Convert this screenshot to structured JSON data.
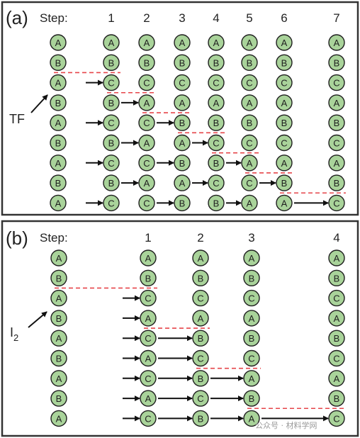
{
  "colors": {
    "atom_fill": "#a9d39a",
    "atom_stroke": "#1f1f1f",
    "fault_line": "#e6454a",
    "arrow": "#111111",
    "frame": "#333333"
  },
  "panels": [
    {
      "label": "(a)",
      "step_word": "Step:",
      "steps": [
        "1",
        "2",
        "3",
        "4",
        "5",
        "6",
        "7"
      ],
      "defect_label": "TF",
      "columns": [
        [
          "A",
          "B",
          "A",
          "B",
          "A",
          "B",
          "A",
          "B",
          "A"
        ],
        [
          "A",
          "B",
          "C",
          "B",
          "C",
          "B",
          "C",
          "B",
          "C"
        ],
        [
          "A",
          "B",
          "C",
          "A",
          "C",
          "A",
          "C",
          "A",
          "C"
        ],
        [
          "A",
          "B",
          "C",
          "A",
          "B",
          "A",
          "B",
          "A",
          "B"
        ],
        [
          "A",
          "B",
          "C",
          "A",
          "B",
          "C",
          "B",
          "C",
          "B"
        ],
        [
          "A",
          "B",
          "C",
          "A",
          "B",
          "C",
          "A",
          "C",
          "A"
        ],
        [
          "A",
          "B",
          "C",
          "A",
          "B",
          "C",
          "A",
          "B",
          "A"
        ],
        [
          "A",
          "B",
          "C",
          "A",
          "B",
          "C",
          "A",
          "B",
          "C"
        ]
      ]
    },
    {
      "label": "(b)",
      "step_word": "Step:",
      "steps": [
        "1",
        "2",
        "3",
        "4"
      ],
      "defect_label": "I",
      "defect_subscript": "2",
      "columns": [
        [
          "A",
          "B",
          "A",
          "B",
          "A",
          "B",
          "A",
          "B",
          "A"
        ],
        [
          "A",
          "B",
          "C",
          "A",
          "C",
          "A",
          "C",
          "A",
          "C"
        ],
        [
          "A",
          "B",
          "C",
          "A",
          "B",
          "C",
          "B",
          "C",
          "B"
        ],
        [
          "A",
          "B",
          "C",
          "A",
          "B",
          "C",
          "A",
          "B",
          "A"
        ],
        [
          "A",
          "B",
          "C",
          "A",
          "B",
          "C",
          "A",
          "B",
          "C"
        ]
      ]
    }
  ],
  "watermark": "公众号 · 材料学网"
}
